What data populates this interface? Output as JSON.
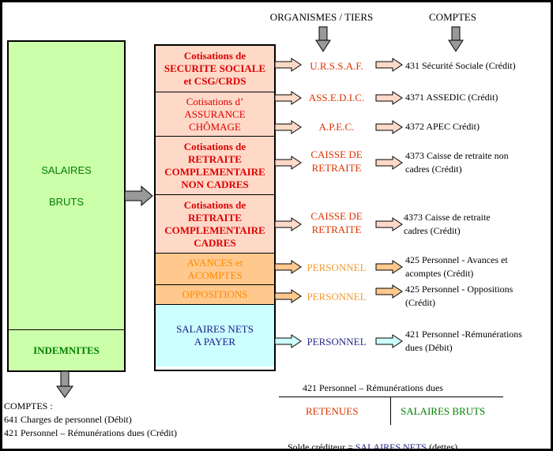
{
  "headers": {
    "organismes": "ORGANISMES / TIERS",
    "comptes": "COMPTES"
  },
  "left_box": {
    "salaires": "SALAIRES",
    "bruts": "BRUTS",
    "indemnites": "INDEMNITES"
  },
  "middle_box": {
    "rows": [
      {
        "text": "Cotisations de\nSECURITE SOCIALE\net CSG/CRDS",
        "color": "#dd0000",
        "bg": "#ffd9c8"
      },
      {
        "text": "Cotisations d’\nASSURANCE\nCHÔMAGE",
        "color": "#dd0000",
        "bg": "#ffd9c8"
      },
      {
        "text": "Cotisations de\nRETRAITE\nCOMPLEMENTAIRE\nNON CADRES",
        "color": "#dd0000",
        "bg": "#ffd9c8"
      },
      {
        "text": "Cotisations de\nRETRAITE\nCOMPLEMENTAIRE\nCADRES",
        "color": "#dd0000",
        "bg": "#ffd9c8"
      },
      {
        "text": "AVANCES et\nACOMPTES",
        "color": "#ff8800",
        "bg": "#ffc98e"
      },
      {
        "text": "OPPOSITIONS",
        "color": "#ff8800",
        "bg": "#ffc98e"
      },
      {
        "text": "SALAIRES NETS\nA PAYER",
        "color": "#1a1a8c",
        "bg": "#ccffff"
      }
    ]
  },
  "organismes": [
    {
      "text": "U.R.S.S.A.F.",
      "color": "#dd3300"
    },
    {
      "text": "ASS.E.D.I.C.",
      "color": "#dd3300"
    },
    {
      "text": "A.P.E.C.",
      "color": "#dd3300"
    },
    {
      "text": "CAISSE DE\nRETRAITE",
      "color": "#dd3300"
    },
    {
      "text": "CAISSE DE\nRETRAITE",
      "color": "#dd3300"
    },
    {
      "text": "PERSONNEL",
      "color": "#f09a30"
    },
    {
      "text": "PERSONNEL",
      "color": "#f09a30"
    },
    {
      "text": "PERSONNEL",
      "color": "#2a2a8c"
    }
  ],
  "comptes": [
    "431 Sécurité Sociale (Crédit)",
    "4371 ASSEDIC (Crédit)",
    "4372 APEC Crédit)",
    "4373 Caisse de retraite non\ncadres (Crédit)",
    "4373 Caisse de retraite\ncadres (Crédit)",
    "425 Personnel - Avances et\nacomptes (Crédit)",
    "425 Personnel - Oppositions\n(Crédit)",
    "421 Personnel -Rémunérations\ndues (Débit)"
  ],
  "bottom_left": {
    "title": "COMPTES :",
    "line1": "641 Charges de personnel (Débit)",
    "line2": "421 Personnel – Rémunérations dues (Crédit)"
  },
  "t_account": {
    "title": "421 Personnel – Rémunérations dues",
    "left": "RETENUES",
    "right": "SALAIRES BRUTS",
    "solde_prefix": "Solde créditeur = ",
    "solde_highlight": "SALAIRES NETS",
    "solde_suffix": " (dettes)"
  },
  "colors": {
    "green": "#008000",
    "red": "#dd0000",
    "orange": "#ff8800",
    "navy": "#1a1a8c"
  }
}
